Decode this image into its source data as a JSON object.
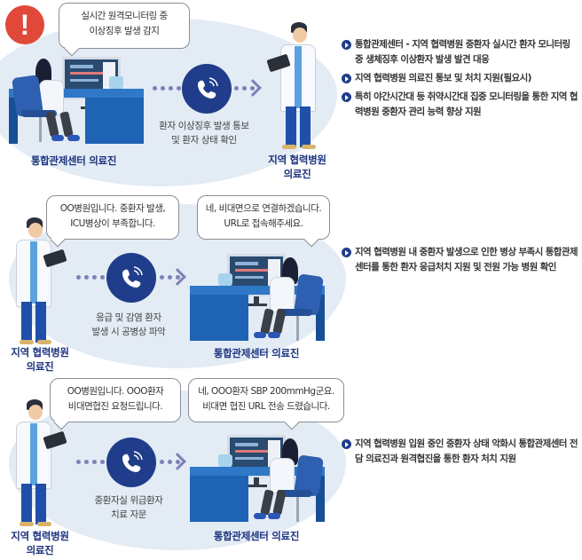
{
  "panels": [
    {
      "id": "panel-1",
      "alert_icon": "exclamation-alert-icon",
      "alert_symbol": "!",
      "bubbles": [
        {
          "lines": [
            "실시간 원격모니터링 중",
            "이상징후 발생 감지"
          ]
        }
      ],
      "phone_icon": "phone-call-icon",
      "caption": [
        "환자 이상징후 발생 통보",
        "및 환자 상태 확인"
      ],
      "left_role": [
        "통합관제센터 의료진"
      ],
      "right_role": [
        "지역 협력병원",
        "의료진"
      ],
      "bullets": [
        {
          "text": "통합관제센터 - 지역 협력병원 중환자 실시간 환자 모니터링 중 생체징후 이상환자 발생 발견 대응"
        },
        {
          "text": "지역 협력병원 의료진 통보 및 처치 지원(필요시)"
        },
        {
          "text": "특히 야간시간대 등 취약시간대 집중 모니터링을 통한 지역 협력병원 중환자 관리 능력 향상 지원"
        }
      ]
    },
    {
      "id": "panel-2",
      "bubbles": [
        {
          "lines": [
            "OO병원입니다. 중환자 발생,",
            "ICU병상이 부족합니다."
          ]
        },
        {
          "lines": [
            "네, 비대면으로 연결하겠습니다.",
            "URL로 접속해주세요."
          ]
        }
      ],
      "phone_icon": "phone-call-icon",
      "caption": [
        "응급 및 감염 환자",
        "발생 시 공병상 파악"
      ],
      "left_role": [
        "지역 협력병원",
        "의료진"
      ],
      "right_role": [
        "통합관제센터 의료진"
      ],
      "bullets": [
        {
          "text": "지역 협력병원 내 중환자 발생으로 인한 병상 부족시 통합관제센터를 통한 환자 응급처치 지원 및 전원 가능 병원 확인"
        }
      ]
    },
    {
      "id": "panel-3",
      "bubbles": [
        {
          "lines": [
            "OO병원입니다. OOO환자",
            "비대면협진 요청드립니다."
          ]
        },
        {
          "lines": [
            "네, OOO환자 SBP 200mmHg군요.",
            "비대면 협진 URL 전송 드렸습니다."
          ]
        }
      ],
      "phone_icon": "phone-call-icon",
      "caption": [
        "중환자실 위급환자",
        "치료 자문"
      ],
      "left_role": [
        "지역 협력병원",
        "의료진"
      ],
      "right_role": [
        "통합관제센터 의료진"
      ],
      "bullets": [
        {
          "text": "지역 협력병원 입원 중인 중환자 상태 악화시 통합관제센터 전담 의료진과 원격협진을 통한 환자 처치 지원"
        }
      ]
    }
  ],
  "colors": {
    "navy": "#1f3d8a",
    "role_text": "#1e3580",
    "alert_red": "#e0483a",
    "blob_bg": "#e3ebf4",
    "arrow_dots": "#7b82b8"
  }
}
